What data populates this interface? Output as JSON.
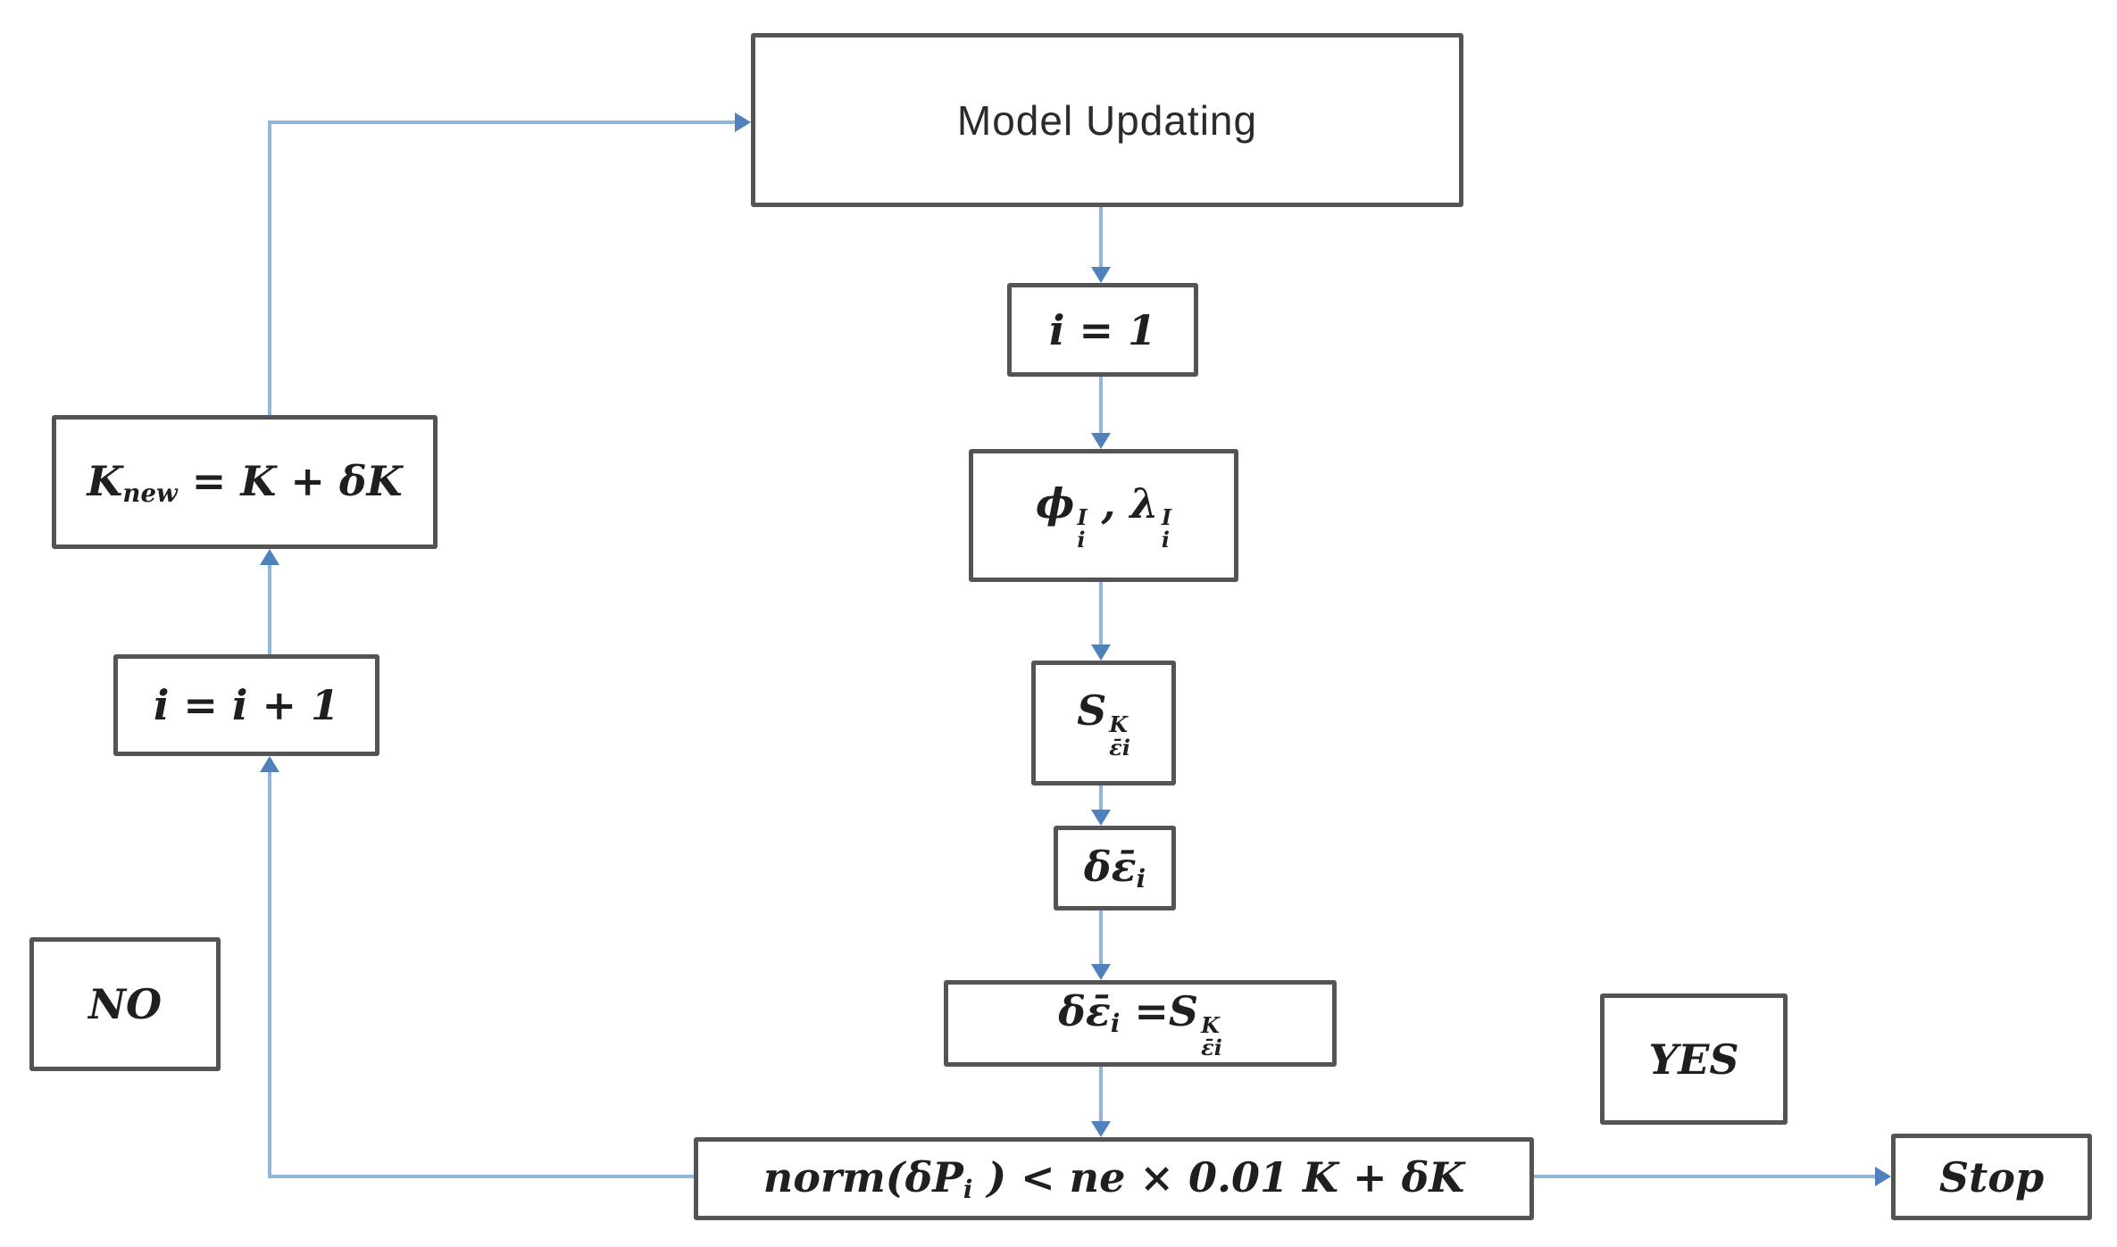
{
  "diagram": {
    "type": "flowchart",
    "colors": {
      "connector": "#93b5da",
      "arrowhead": "#4f81bd",
      "border": "#545454",
      "text": "#1f1f1f"
    },
    "nodes": {
      "model_updating": {
        "label": "Model Updating"
      },
      "init_i": {
        "math": [
          {
            "t": "i = 1"
          }
        ]
      },
      "modes": {
        "math": [
          {
            "t": "ϕ"
          },
          {
            "sup": "I",
            "sub": "i"
          },
          {
            "t": " , "
          },
          {
            "t": "λ"
          },
          {
            "sup": "I",
            "sub": "i"
          }
        ]
      },
      "sensitivity": {
        "math": [
          {
            "t": "S"
          },
          {
            "sup": "K",
            "sub": "ε̄i"
          }
        ]
      },
      "delta_eps": {
        "math": [
          {
            "t": "δε̄"
          },
          {
            "t": "i",
            "m": "sub"
          }
        ]
      },
      "delta_eps_eq": {
        "math": [
          {
            "t": "δε̄"
          },
          {
            "t": "i",
            "m": "sub"
          },
          {
            "t": " ="
          },
          {
            "t": "S"
          },
          {
            "sup": "K",
            "sub": "ε̄i"
          }
        ]
      },
      "convergence": {
        "math": [
          {
            "t": "norm(δP"
          },
          {
            "t": "i",
            "m": "sub"
          },
          {
            "t": " ) < ne × 0.01 K + δK"
          }
        ]
      },
      "k_update": {
        "math": [
          {
            "t": "K"
          },
          {
            "t": "new",
            "m": "sub"
          },
          {
            "t": " = K + δK"
          }
        ]
      },
      "increment": {
        "math": [
          {
            "t": "i = i + 1"
          }
        ]
      },
      "no_label": {
        "math": [
          {
            "t": "NO"
          }
        ]
      },
      "yes_label": {
        "math": [
          {
            "t": "YES"
          }
        ]
      },
      "stop": {
        "math": [
          {
            "t": "Stop"
          }
        ]
      }
    }
  }
}
